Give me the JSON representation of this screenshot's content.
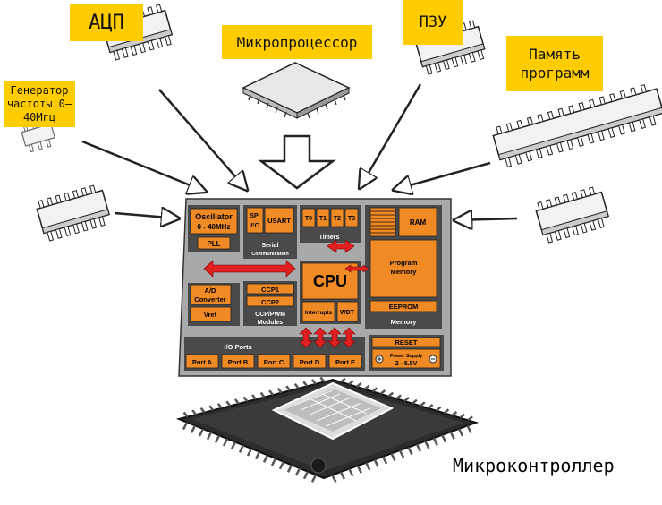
{
  "labels": {
    "adc": "АЦП",
    "microprocessor": "Микропроцессор",
    "rom": "ПЗУ",
    "program_memory": "Память программ",
    "oscillator": "Генератор частоты 0–40Мгц",
    "microcontroller": "Микроконтроллер"
  },
  "block": {
    "oscillator": "Oscillator",
    "oscillator_range": "0 - 40MHz",
    "pll": "PLL",
    "spi": "SPI",
    "i2c": "I²C",
    "usart": "USART",
    "serial": "Serial",
    "communication": "Communication",
    "t0": "T0",
    "t1": "T1",
    "t2": "T2",
    "t3": "T3",
    "timers": "Timers",
    "ram": "RAM",
    "program_memory_1": "Program",
    "program_memory_2": "Memory",
    "eeprom": "EEPROM",
    "memory": "Memory",
    "cpu": "CPU",
    "interrupts": "Interrupts",
    "wdt": "WDT",
    "ad_1": "A/D",
    "ad_2": "Converter",
    "vref": "Vref",
    "ccp1": "CCP1",
    "ccp2": "CCP2",
    "ccp_modules_1": "CCP/PWM",
    "ccp_modules_2": "Modules",
    "io_ports": "I/O Ports",
    "reset": "RESET",
    "power_supply": "Power Supply",
    "voltage": "2 - 5.5V",
    "ports": [
      "Port A",
      "Port B",
      "Port C",
      "Port D",
      "Port E"
    ]
  },
  "colors": {
    "label_bg": "#ffcc00",
    "block_orange": "#f08a24",
    "board_gray": "#a9a9a9",
    "panel_dark": "#4a4a4a",
    "bus_red": "#e02020"
  }
}
